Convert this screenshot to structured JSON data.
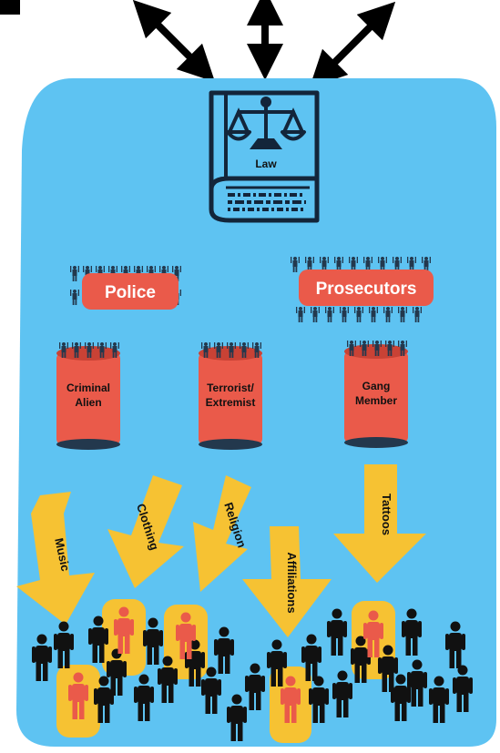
{
  "law_label": "Law",
  "agencies": [
    {
      "label": "Police"
    },
    {
      "label": "Prosecutors"
    }
  ],
  "categories": [
    {
      "line1": "Criminal",
      "line2": "Alien"
    },
    {
      "line1": "Terrorist/",
      "line2": "Extremist"
    },
    {
      "line1": "Gang",
      "line2": "Member"
    }
  ],
  "indicators": [
    {
      "label": "Music"
    },
    {
      "label": "Clothing"
    },
    {
      "label": "Religion"
    },
    {
      "label": "Affiliations"
    },
    {
      "label": "Tattoos"
    }
  ],
  "colors": {
    "background": "#5ec3f2",
    "highlight": "#ea5a4a",
    "arrow": "#f6c233",
    "people": "#111111",
    "people_flagged": "#ea5a4a",
    "book": "#13253a"
  },
  "icons": [
    "arrow-double-icon",
    "law-book-icon",
    "scales-icon",
    "crowd-icon",
    "person-icon"
  ]
}
